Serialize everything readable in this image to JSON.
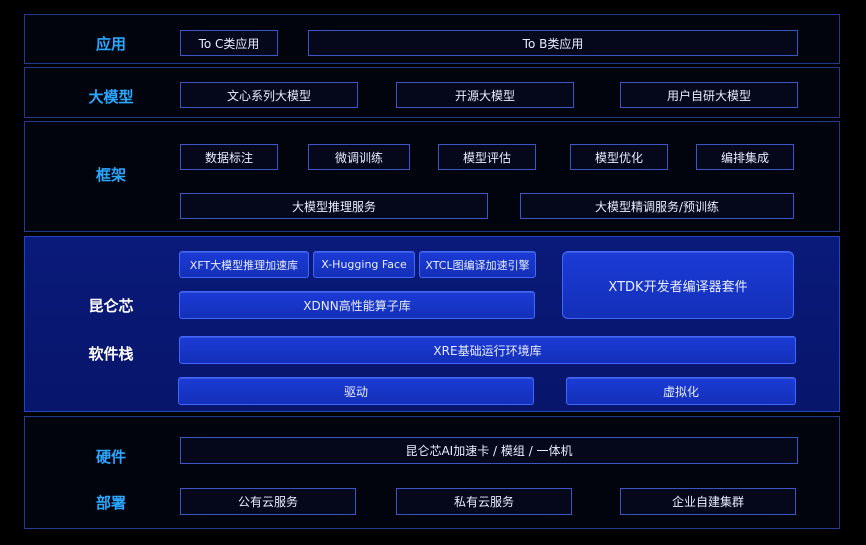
{
  "layers": {
    "apps": {
      "label": "应用",
      "items": [
        "To C类应用",
        "To B类应用"
      ]
    },
    "models": {
      "label": "大模型",
      "items": [
        "文心系列大模型",
        "开源大模型",
        "用户自研大模型"
      ]
    },
    "framework": {
      "label": "框架",
      "items": [
        "数据标注",
        "微调训练",
        "模型评估",
        "模型优化",
        "编排集成",
        "大模型推理服务",
        "大模型精调服务/预训练"
      ]
    },
    "software": {
      "label_line1": "昆仑芯",
      "label_line2": "软件栈",
      "items": [
        "XFT大模型推理加速库",
        "X-Hugging Face",
        "XTCL图编译加速引擎",
        "XDNN高性能算子库",
        "XTDK开发者编译器套件",
        "XRE基础运行环境库",
        "驱动",
        "虚拟化"
      ]
    },
    "hardware": {
      "label_line1": "硬件",
      "label_line2": "部署",
      "items": [
        "昆仑芯AI加速卡 / 模组 / 一体机",
        "公有云服务",
        "私有云服务",
        "企业自建集群"
      ]
    }
  }
}
